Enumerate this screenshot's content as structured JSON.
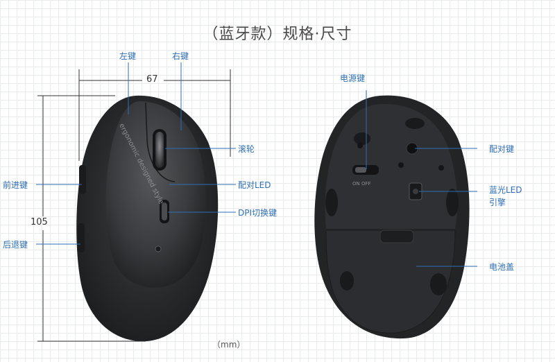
{
  "title": "（蓝牙款）规格·尺寸",
  "unit": "（mm）",
  "dimensions": {
    "width": "67",
    "height": "105"
  },
  "mouse_print": "ergonomic designed style",
  "left_view": {
    "left_button": "左键",
    "right_button": "右键",
    "scroll_wheel": "滚轮",
    "pairing_led": "配对LED",
    "dpi_button": "DPI切换键",
    "forward_button": "前进键",
    "back_button": "后退键"
  },
  "right_view": {
    "power_button": "电源键",
    "pair_button": "配对键",
    "blue_led_engine_line1": "蓝光LED",
    "blue_led_engine_line2": "引擎",
    "battery_cover": "电池盖",
    "switch_text": "ON  OFF"
  },
  "colors": {
    "label": "#2e6fb5",
    "leader": "#2e6fb5",
    "mouse_body": "#2b2c2e",
    "grid": "#e9eaec"
  }
}
